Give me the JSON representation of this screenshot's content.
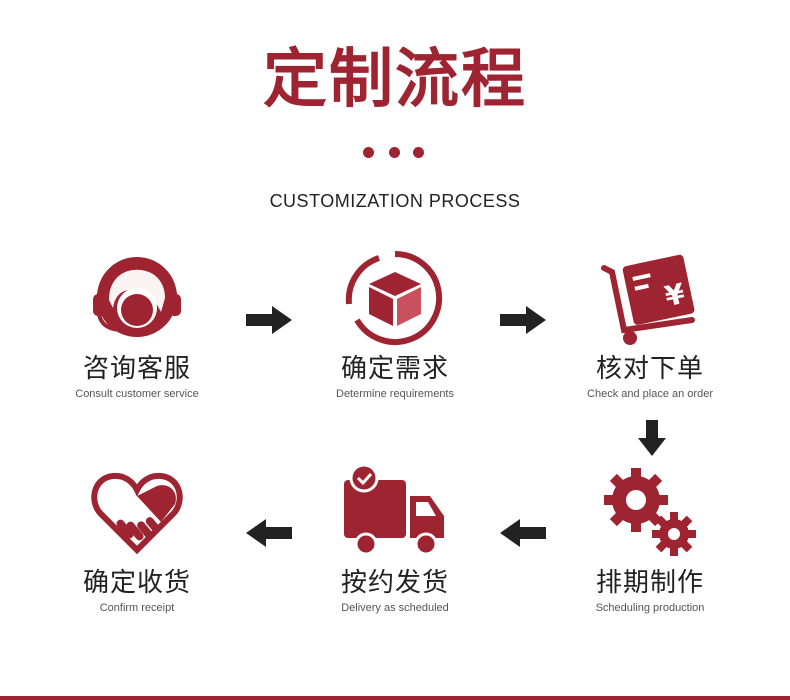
{
  "header": {
    "title": "定制流程",
    "subtitle": "CUSTOMIZATION PROCESS"
  },
  "colors": {
    "brand": "#9e2432",
    "brand_light": "#c8515d",
    "text": "#222222",
    "arrow": "#222222"
  },
  "steps": [
    {
      "icon": "headset-agent-icon",
      "cn": "咨询客服",
      "en": "Consult customer service"
    },
    {
      "icon": "box-icon",
      "cn": "确定需求",
      "en": "Determine requirements"
    },
    {
      "icon": "cart-invoice-icon",
      "cn": "核对下单",
      "en": "Check and place an order"
    },
    {
      "icon": "gears-icon",
      "cn": "排期制作",
      "en": "Scheduling production"
    },
    {
      "icon": "delivery-truck-icon",
      "cn": "按约发货",
      "en": "Delivery as scheduled"
    },
    {
      "icon": "handshake-heart-icon",
      "cn": "确定收货",
      "en": "Confirm receipt"
    }
  ],
  "arrows": [
    "right",
    "right",
    "down",
    "left",
    "left"
  ]
}
